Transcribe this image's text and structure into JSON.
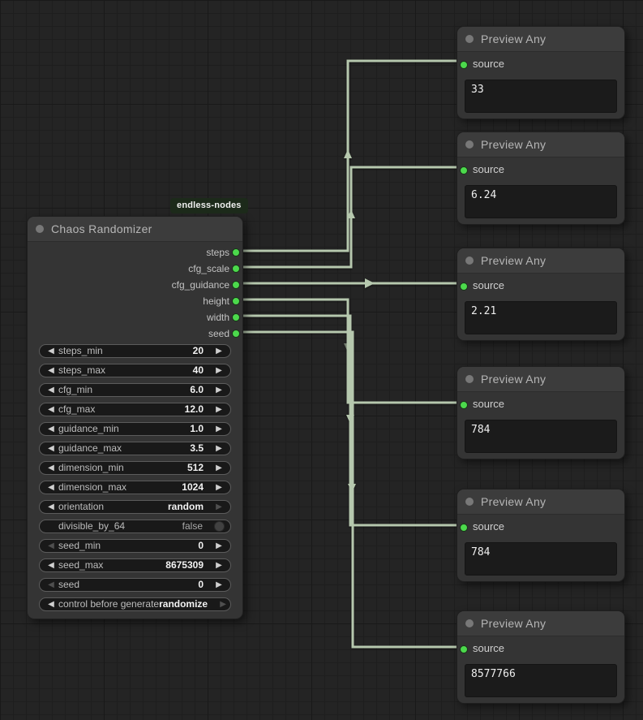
{
  "badge": "endless-nodes",
  "randomizer": {
    "title": "Chaos Randomizer",
    "outputs": [
      {
        "label": "steps"
      },
      {
        "label": "cfg_scale"
      },
      {
        "label": "cfg_guidance"
      },
      {
        "label": "height"
      },
      {
        "label": "width"
      },
      {
        "label": "seed"
      }
    ],
    "widgets": [
      {
        "label": "steps_min",
        "value": "20"
      },
      {
        "label": "steps_max",
        "value": "40"
      },
      {
        "label": "cfg_min",
        "value": "6.0"
      },
      {
        "label": "cfg_max",
        "value": "12.0"
      },
      {
        "label": "guidance_min",
        "value": "1.0"
      },
      {
        "label": "guidance_max",
        "value": "3.5"
      },
      {
        "label": "dimension_min",
        "value": "512"
      },
      {
        "label": "dimension_max",
        "value": "1024"
      },
      {
        "label": "orientation",
        "value": "random"
      },
      {
        "label": "divisible_by_64",
        "value": "false"
      },
      {
        "label": "seed_min",
        "value": "0"
      },
      {
        "label": "seed_max",
        "value": "8675309"
      },
      {
        "label": "seed",
        "value": "0"
      },
      {
        "label": "control before generate",
        "value": "randomize"
      }
    ]
  },
  "previews": [
    {
      "title": "Preview Any",
      "input": "source",
      "value": "33"
    },
    {
      "title": "Preview Any",
      "input": "source",
      "value": "6.24"
    },
    {
      "title": "Preview Any",
      "input": "source",
      "value": "2.21"
    },
    {
      "title": "Preview Any",
      "input": "source",
      "value": "784"
    },
    {
      "title": "Preview Any",
      "input": "source",
      "value": "784"
    },
    {
      "title": "Preview Any",
      "input": "source",
      "value": "8577766"
    }
  ],
  "colors": {
    "wire": "#b6c8ae",
    "port_green": "#4cd94c",
    "badge_bg": "#1c2a1a"
  }
}
